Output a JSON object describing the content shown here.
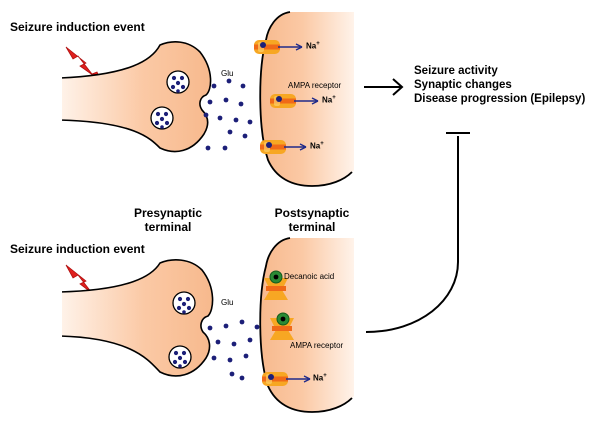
{
  "top_panel": {
    "event_label": "Seizure induction event",
    "glu_label": "Glu",
    "receptor_label": "AMPA receptor",
    "sodium_label": "Na",
    "sodium_charge": "+"
  },
  "middle_labels": {
    "presynaptic_line1": "Presynaptic",
    "presynaptic_line2": "terminal",
    "postsynaptic_line1": "Postsynaptic",
    "postsynaptic_line2": "terminal"
  },
  "bottom_panel": {
    "event_label": "Seizure induction event",
    "glu_label": "Glu",
    "inhibitor_label": "Decanoic acid",
    "receptor_label": "AMPA receptor",
    "sodium_label": "Na",
    "sodium_charge": "+"
  },
  "outcomes": {
    "line1": "Seizure activity",
    "line2": "Synaptic changes",
    "line3": "Disease progression (Epilepsy)"
  },
  "colors": {
    "terminal_fill": "#fbc9a5",
    "terminal_edge": "#fff3ea",
    "glutamate": "#1c1f78",
    "lightning": "#e0201e",
    "receptor": "#f7a723",
    "receptor_band": "#f06a18",
    "decanoic_acid": "#2a8a35",
    "arrow": "#1f2a8a"
  }
}
